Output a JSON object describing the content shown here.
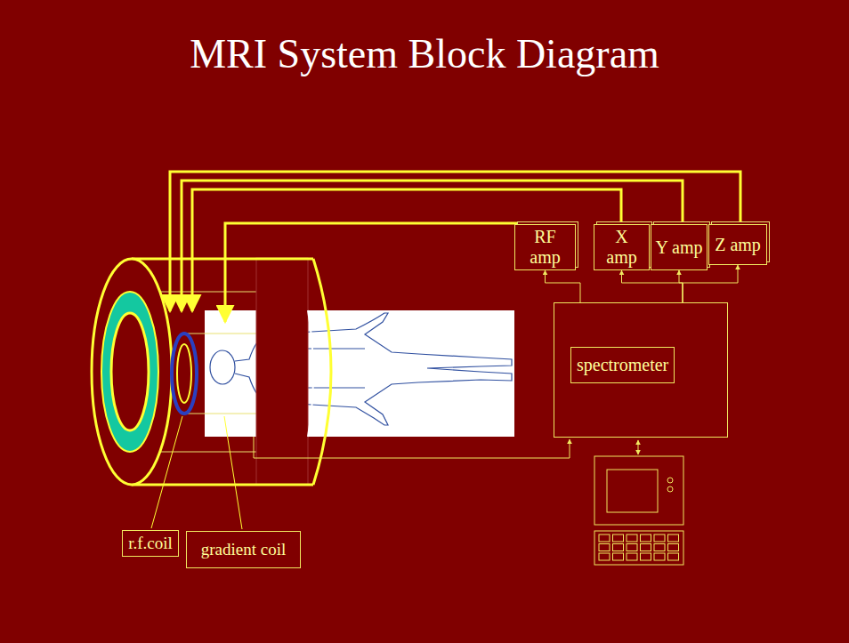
{
  "diagram": {
    "title": "MRI System Block Diagram",
    "nodes": [
      {
        "text": [
          "RF amp"
        ]
      },
      {
        "text": [
          "X amp"
        ]
      },
      {
        "text": [
          "Y amp"
        ]
      },
      {
        "text": [
          "Z amp"
        ]
      },
      {
        "text": [
          "spectrometer"
        ]
      },
      {
        "text": [
          "r.f.coil"
        ]
      },
      {
        "text": [
          "gradient coil"
        ]
      }
    ],
    "edges": [
      {
        "from": 4,
        "to": 0,
        "arrow": "to"
      },
      {
        "from": 4,
        "to": 1,
        "arrow": "to"
      },
      {
        "from": 4,
        "to": 2,
        "arrow": "to"
      },
      {
        "from": 4,
        "to": 3,
        "arrow": "to"
      }
    ]
  }
}
